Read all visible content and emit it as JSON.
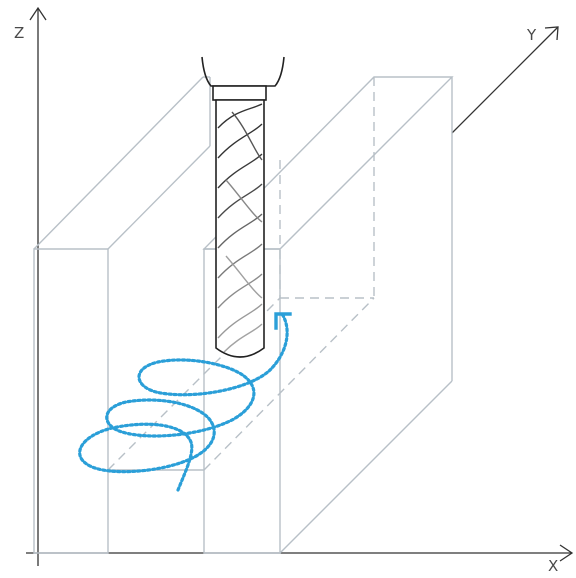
{
  "axes": {
    "x_label": "X",
    "y_label": "Y",
    "z_label": "Z"
  },
  "colors": {
    "axis": "#333333",
    "workpiece_edge": "#b8c0c7",
    "hidden_edge": "#b8c0c7",
    "cutter": "#222222",
    "toolpath": "#2b9fd8"
  },
  "icons": {
    "tool": "end-mill-cutter",
    "toolpath": "helical-toolpath",
    "direction": "rotation-arrow"
  }
}
